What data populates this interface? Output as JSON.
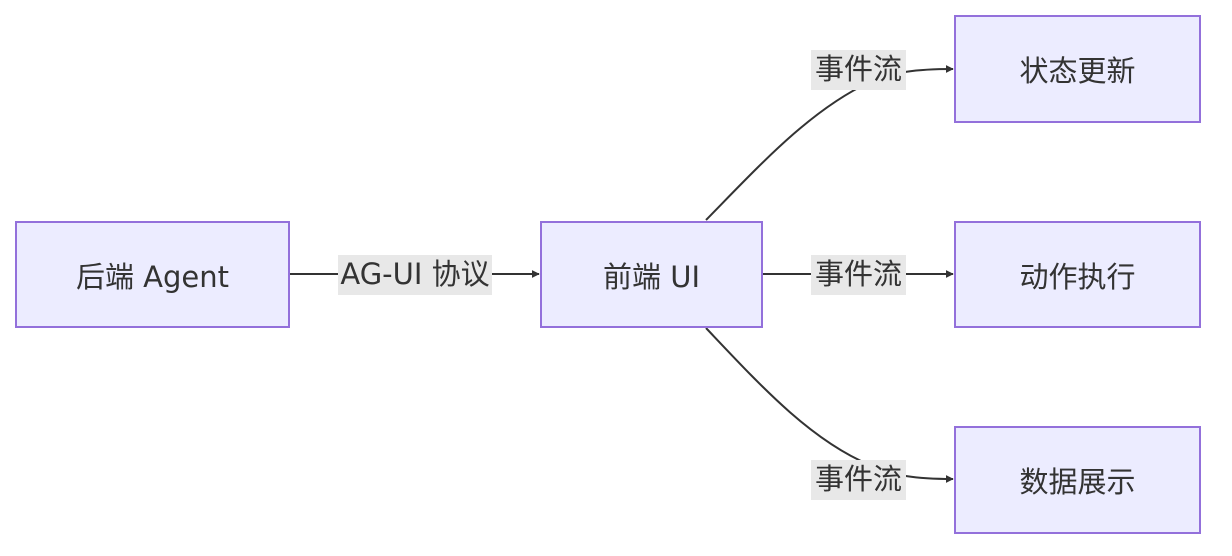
{
  "nodes": {
    "backend": "后端 Agent",
    "frontend": "前端 UI",
    "state_update": "状态更新",
    "action_exec": "动作执行",
    "data_display": "数据展示"
  },
  "edges": {
    "backend_to_frontend": "AG-UI 协议",
    "frontend_to_state": "事件流",
    "frontend_to_action": "事件流",
    "frontend_to_data": "事件流"
  },
  "colors": {
    "node_fill": "#ececff",
    "node_border": "#9370db",
    "edge_stroke": "#333333",
    "label_bg": "#e8e8e8",
    "text": "#333333"
  }
}
